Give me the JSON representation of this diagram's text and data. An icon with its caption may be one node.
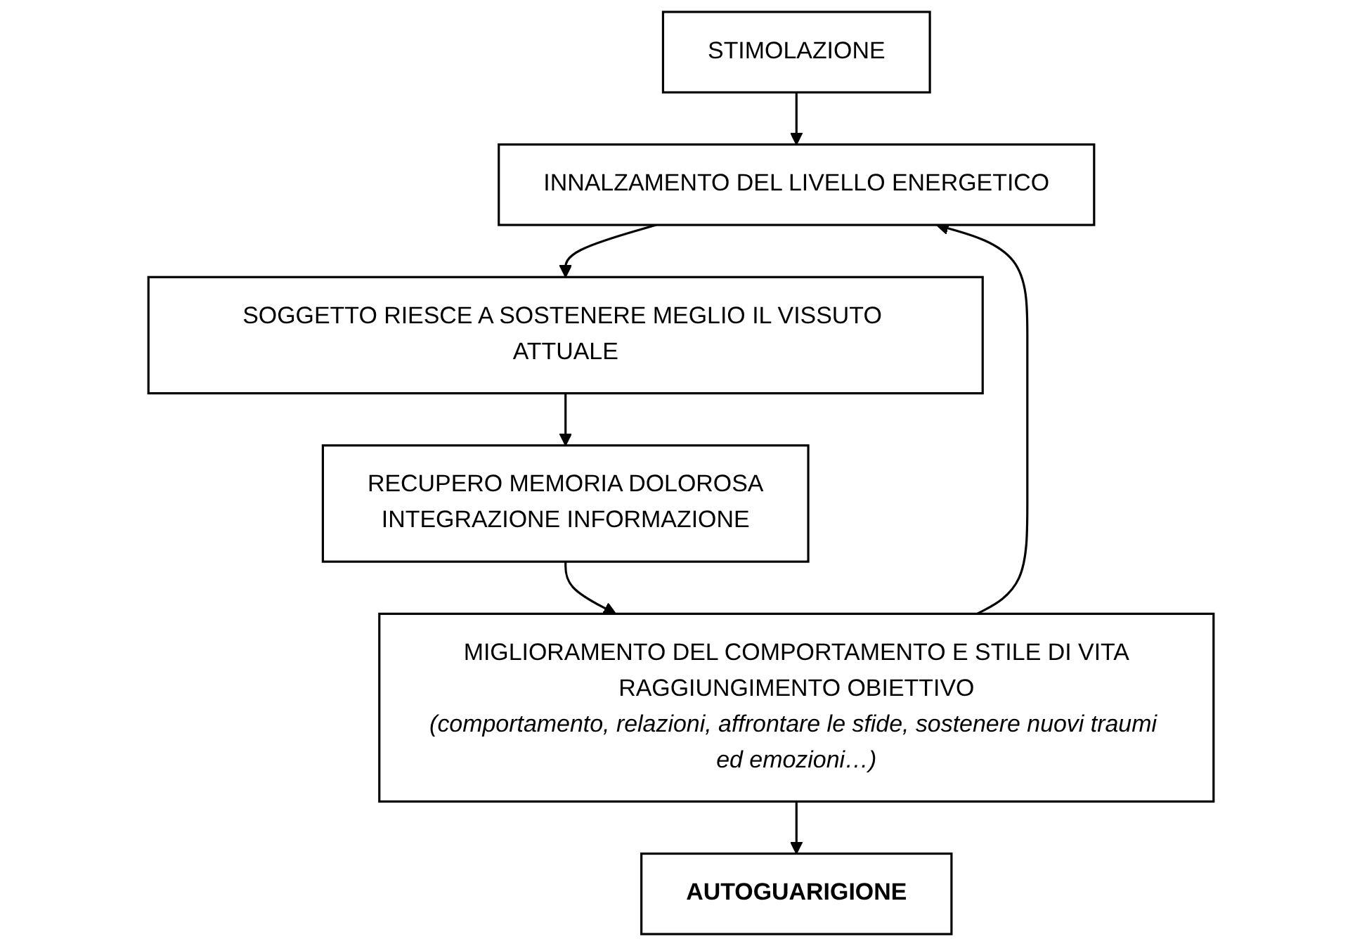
{
  "diagram": {
    "nodes": [
      {
        "text": [
          "STIMOLAZIONE"
        ]
      },
      {
        "text": [
          "INNALZAMENTO DEL LIVELLO ENERGETICO"
        ]
      },
      {
        "text": [
          "SOGGETTO RIESCE A SOSTENERE MEGLIO IL VISSUTO ATTUALE"
        ]
      },
      {
        "text": [
          "RECUPERO MEMORIA DOLOROSA",
          "INTEGRAZIONE INFORMAZIONE"
        ]
      },
      {
        "text": [
          "MIGLIORAMENTO DEL COMPORTAMENTO E STILE DI VITA",
          "RAGGIUNGIMENTO OBIETTIVO",
          "(comportamento, relazioni, affrontare le sfide, sostenere nuovi traumi ed emozioni…)"
        ]
      },
      {
        "text": [
          "AUTOGUARIGIONE"
        ]
      }
    ],
    "edges": [
      {
        "from": 0,
        "to": 1,
        "arrow": "to"
      },
      {
        "from": 1,
        "to": 2,
        "arrow": "to"
      },
      {
        "from": 2,
        "to": 3,
        "arrow": "to"
      },
      {
        "from": 3,
        "to": 4,
        "arrow": "to"
      },
      {
        "from": 4,
        "to": 5,
        "arrow": "to"
      },
      {
        "from": 4,
        "to": 1,
        "arrow": "to"
      }
    ]
  }
}
